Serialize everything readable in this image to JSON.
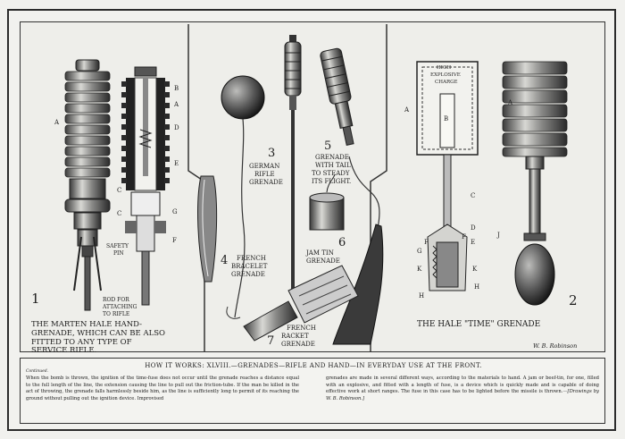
{
  "panels": {
    "left": {
      "number": "1",
      "labels": [
        "A",
        "B",
        "A",
        "D",
        "C",
        "E",
        "C",
        "G",
        "F",
        "SAFETY",
        "PIN",
        "ROD FOR",
        "ATTACHING",
        "TO RIFLE"
      ],
      "caption_lines": [
        "THE MARTEN HALE HAND-",
        "GRENADE, WHICH CAN BE ALSO",
        "FITTED TO ANY TYPE OF",
        "SERVICE RIFLE."
      ]
    },
    "middle": {
      "items": [
        {
          "number": "3",
          "lines": [
            "GERMAN",
            "RIFLE",
            "GRENADE"
          ]
        },
        {
          "number": "5",
          "lines": [
            "GRENADE",
            "WITH TAIL",
            "TO STEADY",
            "ITS FLIGHT."
          ]
        },
        {
          "number": "4",
          "lines": [
            "FRENCH",
            "BRACELET",
            "GRENADE"
          ]
        },
        {
          "number": "6",
          "lines": [
            "JAM TIN",
            "GRENADE"
          ]
        },
        {
          "number": "7",
          "lines": [
            "FRENCH",
            "RACKET",
            "GRENADE"
          ]
        }
      ]
    },
    "right": {
      "number": "2",
      "charge_label": [
        "HIGH",
        "EXPLOSIVE",
        "CHARGE"
      ],
      "labels": [
        "A",
        "B",
        "A",
        "C",
        "D",
        "J",
        "F",
        "E",
        "F",
        "G",
        "K",
        "K",
        "H",
        "H"
      ],
      "caption": "THE HALE \"TIME\" GRENADE",
      "signature": "W. B. Robinson"
    }
  },
  "caption": {
    "title": "HOW IT WORKS: XLVIII.—GRENADES—RIFLE AND HAND—IN EVERYDAY USE AT THE FRONT.",
    "continued": "Continued.",
    "left_text": "When the bomb is thrown, the ignition of the time-fuse does not occur until the grenade reaches a distance equal to the full length of the line, the extension causing the line to pull out the friction-tube. If the man be killed in the act of throwing, the grenade falls harmlessly beside him, as the line is sufficiently long to permit of its reaching the ground without pulling out the ignition device. Improvised",
    "right_text": "grenades are made in several different ways, according to the materials to hand. A jam or beef-tin, for one, filled with an explosive, and fitted with a length of fuse, is a device which is quickly made and is capable of doing effective work at short ranges. The fuse in this case has to be lighted before the missile is thrown.",
    "credit": "—[Drawings by W. B. Robinson.]"
  }
}
